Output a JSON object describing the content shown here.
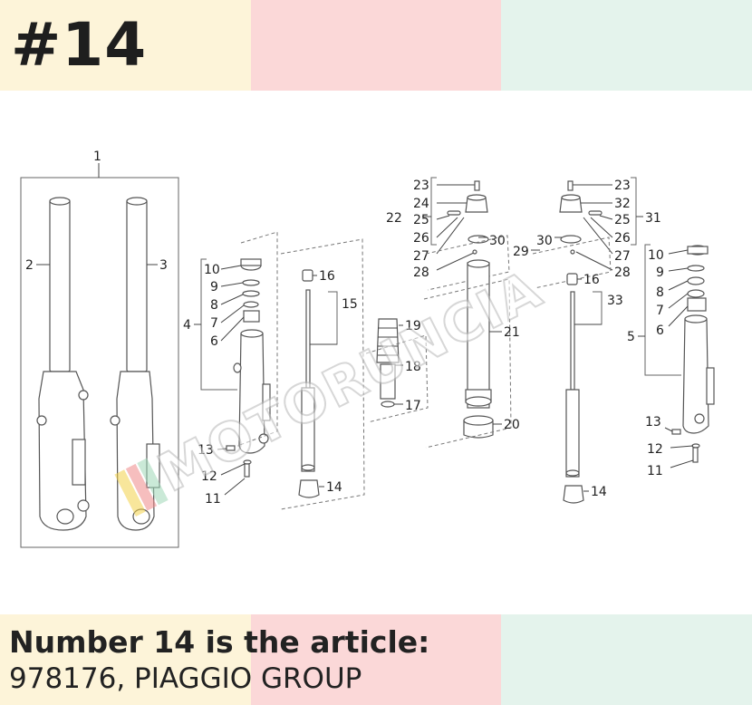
{
  "header": {
    "number": "#14"
  },
  "caption": {
    "headline": "Number 14 is the article:",
    "article": "978176, PIAGGIO GROUP"
  },
  "watermark": {
    "text": "MOTORUNCIA"
  },
  "colors": {
    "band_yellow": "#fdf4d9",
    "band_pink": "#fbd8d8",
    "band_green": "#e4f3ec",
    "text": "#222222"
  },
  "callouts": {
    "c1": "1",
    "c2": "2",
    "c3": "3",
    "c4": "4",
    "c5": "5",
    "c6": "6",
    "c7": "7",
    "c8": "8",
    "c9": "9",
    "c10": "10",
    "c11": "11",
    "c12": "12",
    "c13": "13",
    "c14": "14",
    "c15": "15",
    "c16": "16",
    "c17": "17",
    "c18": "18",
    "c19": "19",
    "c20": "20",
    "c21": "21",
    "c22": "22",
    "c23": "23",
    "c24": "24",
    "c25": "25",
    "c26": "26",
    "c27": "27",
    "c28": "28",
    "c29": "29",
    "c30": "30",
    "c31": "31",
    "c32": "32",
    "c33": "33"
  }
}
